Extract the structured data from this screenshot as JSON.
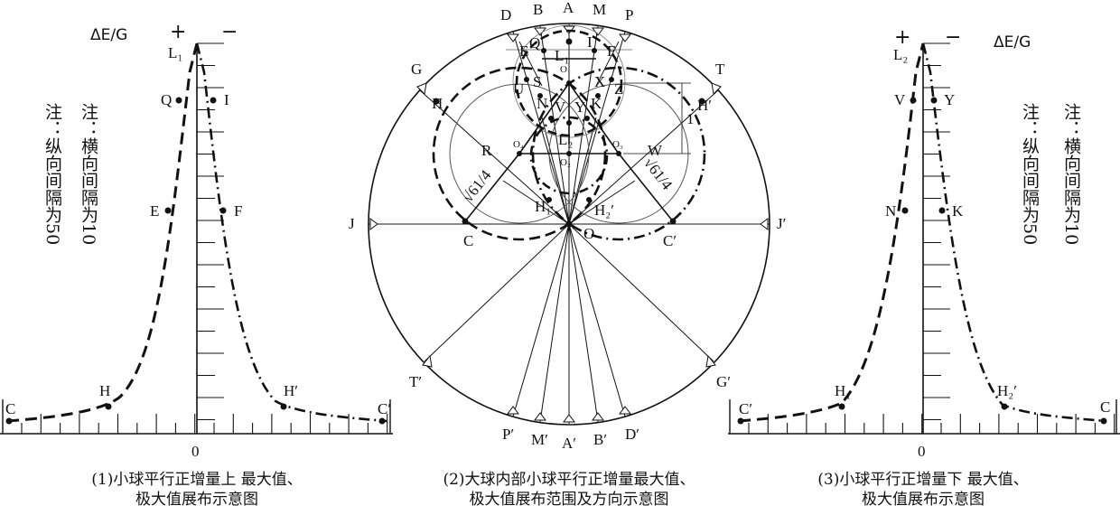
{
  "left_panel": {
    "header": "ΔE/G",
    "plus": "+",
    "minus": "−",
    "peak": "L₁",
    "points": [
      "Q",
      "I",
      "E",
      "F",
      "H",
      "H′",
      "C",
      "C′"
    ],
    "zero": "0",
    "note1": "注：横向间隔为10",
    "note2": "注：纵向间隔为50",
    "caption_line1": "(1)小球平行正增量上 最大值、",
    "caption_line2": "极大值展布示意图"
  },
  "center_panel": {
    "rim_top": [
      "D",
      "B",
      "A",
      "M",
      "P"
    ],
    "rim_bottom": [
      "P′",
      "M′",
      "A′",
      "B′",
      "D′"
    ],
    "rim_sides": [
      "G",
      "T",
      "J",
      "J′",
      "T′",
      "G′"
    ],
    "inner": [
      "E",
      "Q",
      "L₁",
      "I",
      "F",
      "U",
      "S",
      "X",
      "Z",
      "N",
      "V",
      "Y",
      "K",
      "L₂",
      "H",
      "H′",
      "R",
      "W",
      "C",
      "C′",
      "O",
      "H₁",
      "H₂′"
    ],
    "centers": [
      "O₁",
      "O₂",
      "O₃",
      "O₄"
    ],
    "radius_label": "√61/4",
    "unit_label": "1",
    "caption_line1": "(2)大球内部小球平行正增量最大值、",
    "caption_line2": "极大值展布范围及方向示意图"
  },
  "right_panel": {
    "header": "ΔE/G",
    "plus": "+",
    "minus": "−",
    "peak": "L₂",
    "points": [
      "V",
      "Y",
      "N",
      "K",
      "H₁",
      "H₂′",
      "C′",
      "C"
    ],
    "zero": "0",
    "note1": "注：横向间隔为10",
    "note2": "注：纵向间隔为50",
    "caption_line1": "(3)小球平行正增量下 最大值、",
    "caption_line2": "极大值展布示意图"
  }
}
